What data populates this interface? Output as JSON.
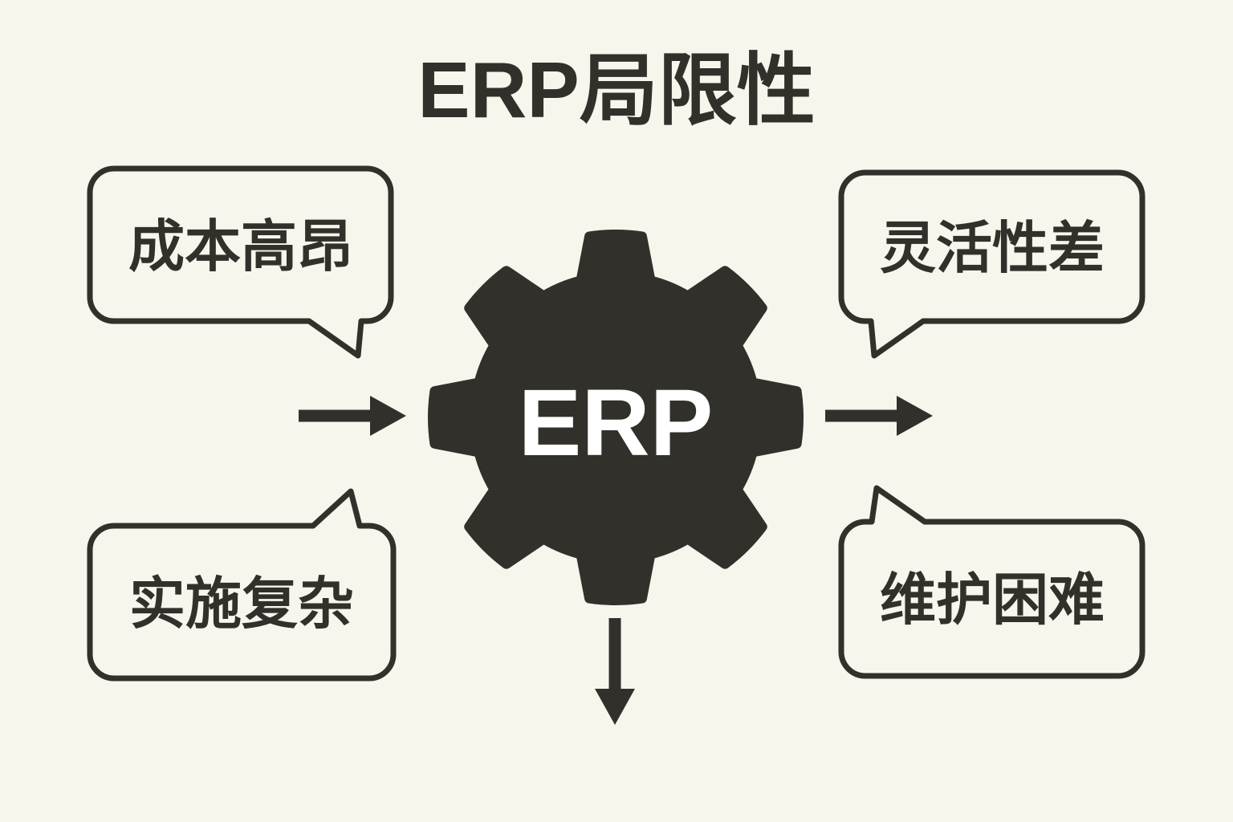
{
  "title": "ERP局限性",
  "center": {
    "label": "ERP",
    "icon": "gear-icon"
  },
  "bubbles": [
    {
      "id": "top-left",
      "label": "成本高昂"
    },
    {
      "id": "bottom-left",
      "label": "实施复杂"
    },
    {
      "id": "top-right",
      "label": "灵活性差"
    },
    {
      "id": "bottom-right",
      "label": "维护困难"
    }
  ],
  "arrows": [
    {
      "id": "left-into-gear",
      "icon": "arrow-right-icon"
    },
    {
      "id": "gear-to-right",
      "icon": "arrow-right-icon"
    },
    {
      "id": "gear-down",
      "icon": "arrow-down-icon"
    }
  ],
  "colors": {
    "background": "#f8f5ec",
    "ink": "#32302b",
    "text_on_ink": "#ffffff"
  }
}
